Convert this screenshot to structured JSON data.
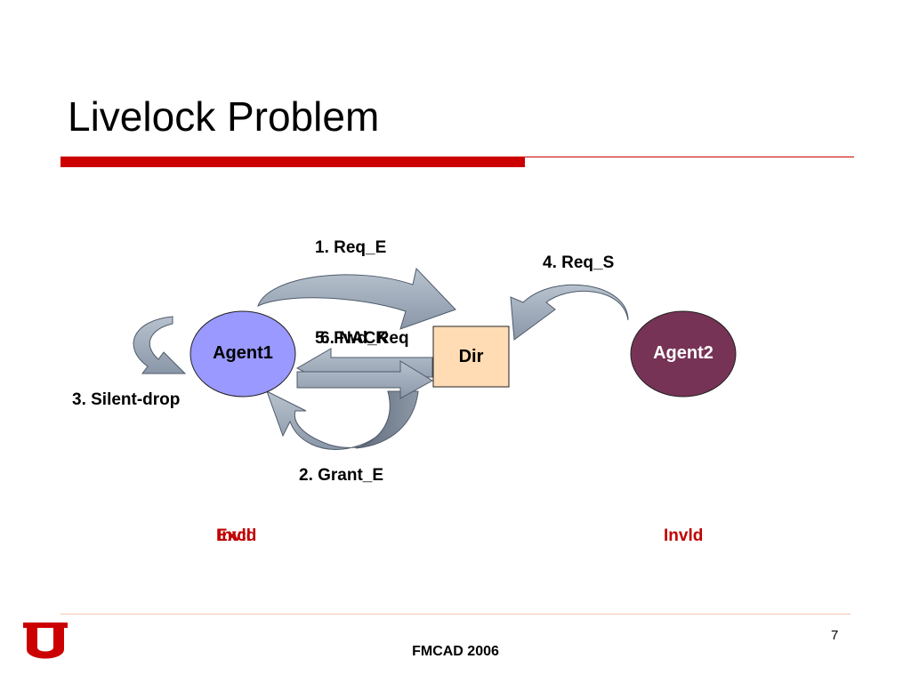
{
  "slide": {
    "title": "Livelock Problem",
    "page_number": "7",
    "footer": "FMCAD 2006"
  },
  "nodes": {
    "agent1": "Agent1",
    "agent2": "Agent2",
    "dir": "Dir"
  },
  "messages": {
    "req_e": "1. Req_E",
    "grant_e": "2. Grant_E",
    "silent_drop": "3. Silent-drop",
    "req_s": "4. Req_S",
    "fwd_req": "5. Fwd_Req",
    "nack": "6. NACK"
  },
  "states": {
    "agent1_a": "Excl",
    "agent1_b": "Invld",
    "agent2": "Invld"
  },
  "colors": {
    "accent": "#cc0000",
    "state_text": "#c00000",
    "agent1_fill": "#9999ff",
    "agent2_fill": "#773355",
    "dir_fill": "#ffdcb4",
    "arrow_fill": "#a9b4c2"
  },
  "logo": {
    "icon": "university-u-logo-icon"
  }
}
